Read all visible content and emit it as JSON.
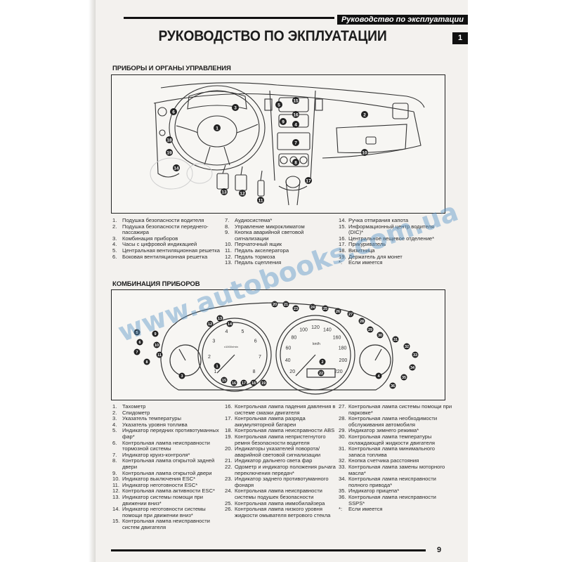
{
  "header": {
    "label": "Руководство по эксплуатации",
    "chapter": "1"
  },
  "title": "РУКОВОДСТВО ПО ЭКПЛУАТАЦИИ",
  "sections": {
    "controls": {
      "title": "ПРИБОРЫ И ОРГАНЫ УПРАВЛЕНИЯ",
      "diagram_numbers": [
        "1",
        "2",
        "3",
        "4",
        "5",
        "6",
        "7",
        "8",
        "9",
        "10",
        "11",
        "12",
        "13",
        "14",
        "15",
        "16",
        "17",
        "18",
        "19"
      ],
      "legend_col1": [
        {
          "n": "1.",
          "t": "Подушка безопасности водителя"
        },
        {
          "n": "2.",
          "t": "Подушка безопасности переднего-пассажира"
        },
        {
          "n": "3.",
          "t": "Комбинация приборов"
        },
        {
          "n": "4.",
          "t": "Часы с цифровой индикацией"
        },
        {
          "n": "5.",
          "t": "Центральная вентиляционная решетка"
        },
        {
          "n": "6.",
          "t": "Боковая вентиляционная решетка"
        }
      ],
      "legend_col2": [
        {
          "n": "7.",
          "t": "Аудиосистема*"
        },
        {
          "n": "8.",
          "t": "Управление микроклиматом"
        },
        {
          "n": "9.",
          "t": "Кнопка аварийной световой сигнализации"
        },
        {
          "n": "10.",
          "t": "Перчаточный ящик"
        },
        {
          "n": "11.",
          "t": "Педаль акселератора"
        },
        {
          "n": "12.",
          "t": "Педаль тормоза"
        },
        {
          "n": "13.",
          "t": "Педаль сцепления"
        }
      ],
      "legend_col3": [
        {
          "n": "14.",
          "t": "Ручка отпирания капота"
        },
        {
          "n": "15.",
          "t": "Информационный центр водителя (DIC)*"
        },
        {
          "n": "16.",
          "t": "Центральное вещевое отделение*"
        },
        {
          "n": "17.",
          "t": "Прикуриватель"
        },
        {
          "n": "18.",
          "t": "Визитница"
        },
        {
          "n": "19.",
          "t": "Держатель для монет"
        },
        {
          "n": "*:",
          "t": "Если имеется"
        }
      ]
    },
    "cluster": {
      "title": "КОМБИНАЦИЯ ПРИБОРОВ",
      "speed_ticks": [
        "20",
        "40",
        "60",
        "80",
        "100",
        "120",
        "140",
        "160",
        "180",
        "200",
        "220"
      ],
      "tach_ticks": [
        "1",
        "2",
        "3",
        "4",
        "5",
        "6",
        "7",
        "8"
      ],
      "tach_unit": "x1000r/min",
      "speed_unit": "km/h",
      "diagram_numbers": [
        "1",
        "2",
        "3",
        "4",
        "5",
        "6",
        "7",
        "8",
        "9",
        "10",
        "11",
        "12",
        "13",
        "14",
        "15",
        "16",
        "17",
        "18",
        "19",
        "20",
        "21",
        "22",
        "23",
        "24",
        "25",
        "26",
        "27",
        "28",
        "29",
        "30",
        "31",
        "32",
        "33",
        "34",
        "35",
        "36"
      ],
      "legend_col1": [
        {
          "n": "1.",
          "t": "Тахометр"
        },
        {
          "n": "2.",
          "t": "Спидометр"
        },
        {
          "n": "3.",
          "t": "Указатель температуры"
        },
        {
          "n": "4.",
          "t": "Указатель уровня топлива"
        },
        {
          "n": "5.",
          "t": "Индикатор передних противотуманных фар*"
        },
        {
          "n": "6.",
          "t": "Контрольная лампа неисправности тормозной системы"
        },
        {
          "n": "7.",
          "t": "Индикатор круиз-контроля*"
        },
        {
          "n": "8.",
          "t": "Контрольная лампа открытой задней двери"
        },
        {
          "n": "9.",
          "t": "Контрольная лампа открытой двери"
        },
        {
          "n": "10.",
          "t": "Индикатор выключения ESC*"
        },
        {
          "n": "11.",
          "t": "Индикатор неготовности ESC*"
        },
        {
          "n": "12.",
          "t": "Контрольная лампа активности ESC*"
        },
        {
          "n": "13.",
          "t": "Индикатор системы помощи при движении вниз*"
        },
        {
          "n": "14.",
          "t": "Индикатор неготовности системы помощи при движении вниз*"
        },
        {
          "n": "15.",
          "t": "Контрольная лампа неисправности систем двигателя"
        }
      ],
      "legend_col2": [
        {
          "n": "16.",
          "t": "Контрольная лампа падения давления в системе смазки двигателя"
        },
        {
          "n": "17.",
          "t": "Контрольная лампа разряда аккумуляторной батареи"
        },
        {
          "n": "18.",
          "t": "Контрольная лампа неисправности ABS"
        },
        {
          "n": "19.",
          "t": "Контрольная лампа непристегнутого ремня безопасности водителя"
        },
        {
          "n": "20.",
          "t": "Индикаторы указателей поворота/аварийной световой сигнализации"
        },
        {
          "n": "21.",
          "t": "Индикатор дальнего света фар"
        },
        {
          "n": "22.",
          "t": "Одометр и индикатор положения рычага переключения передач*"
        },
        {
          "n": "23.",
          "t": "Индикатор заднего противотуманного фонаря"
        },
        {
          "n": "24.",
          "t": "Контрольная лампа неисправности системы подушек безопасности"
        },
        {
          "n": "25.",
          "t": "Контрольная лампа иммобилайзера"
        },
        {
          "n": "26.",
          "t": "Контрольная лампа низкого уровня жидкости омывателя ветрового стекла"
        }
      ],
      "legend_col3": [
        {
          "n": "27.",
          "t": "Контрольная лампа системы помощи при парковке*"
        },
        {
          "n": "28.",
          "t": "Контрольная лампа необходимости обслуживания автомобиля"
        },
        {
          "n": "29.",
          "t": "Индикатор зимнего режима*"
        },
        {
          "n": "30.",
          "t": "Контрольная лампа температуры охлаждающей жидкости двигателя"
        },
        {
          "n": "31.",
          "t": "Контрольная лампа минимального запаса топлива"
        },
        {
          "n": "32.",
          "t": "Кнопка счетчика расстояния"
        },
        {
          "n": "33.",
          "t": "Контрольная лампа замены моторного масла*"
        },
        {
          "n": "34.",
          "t": "Контрольная лампа неисправности полного привода*"
        },
        {
          "n": "35.",
          "t": "Индикатор прицепа*"
        },
        {
          "n": "36.",
          "t": "Контрольная лампа неисправности SSPS*"
        },
        {
          "n": "*:",
          "t": "Если имеется"
        }
      ]
    }
  },
  "watermark": "www.autobooks.com.ua",
  "page_number": "9"
}
